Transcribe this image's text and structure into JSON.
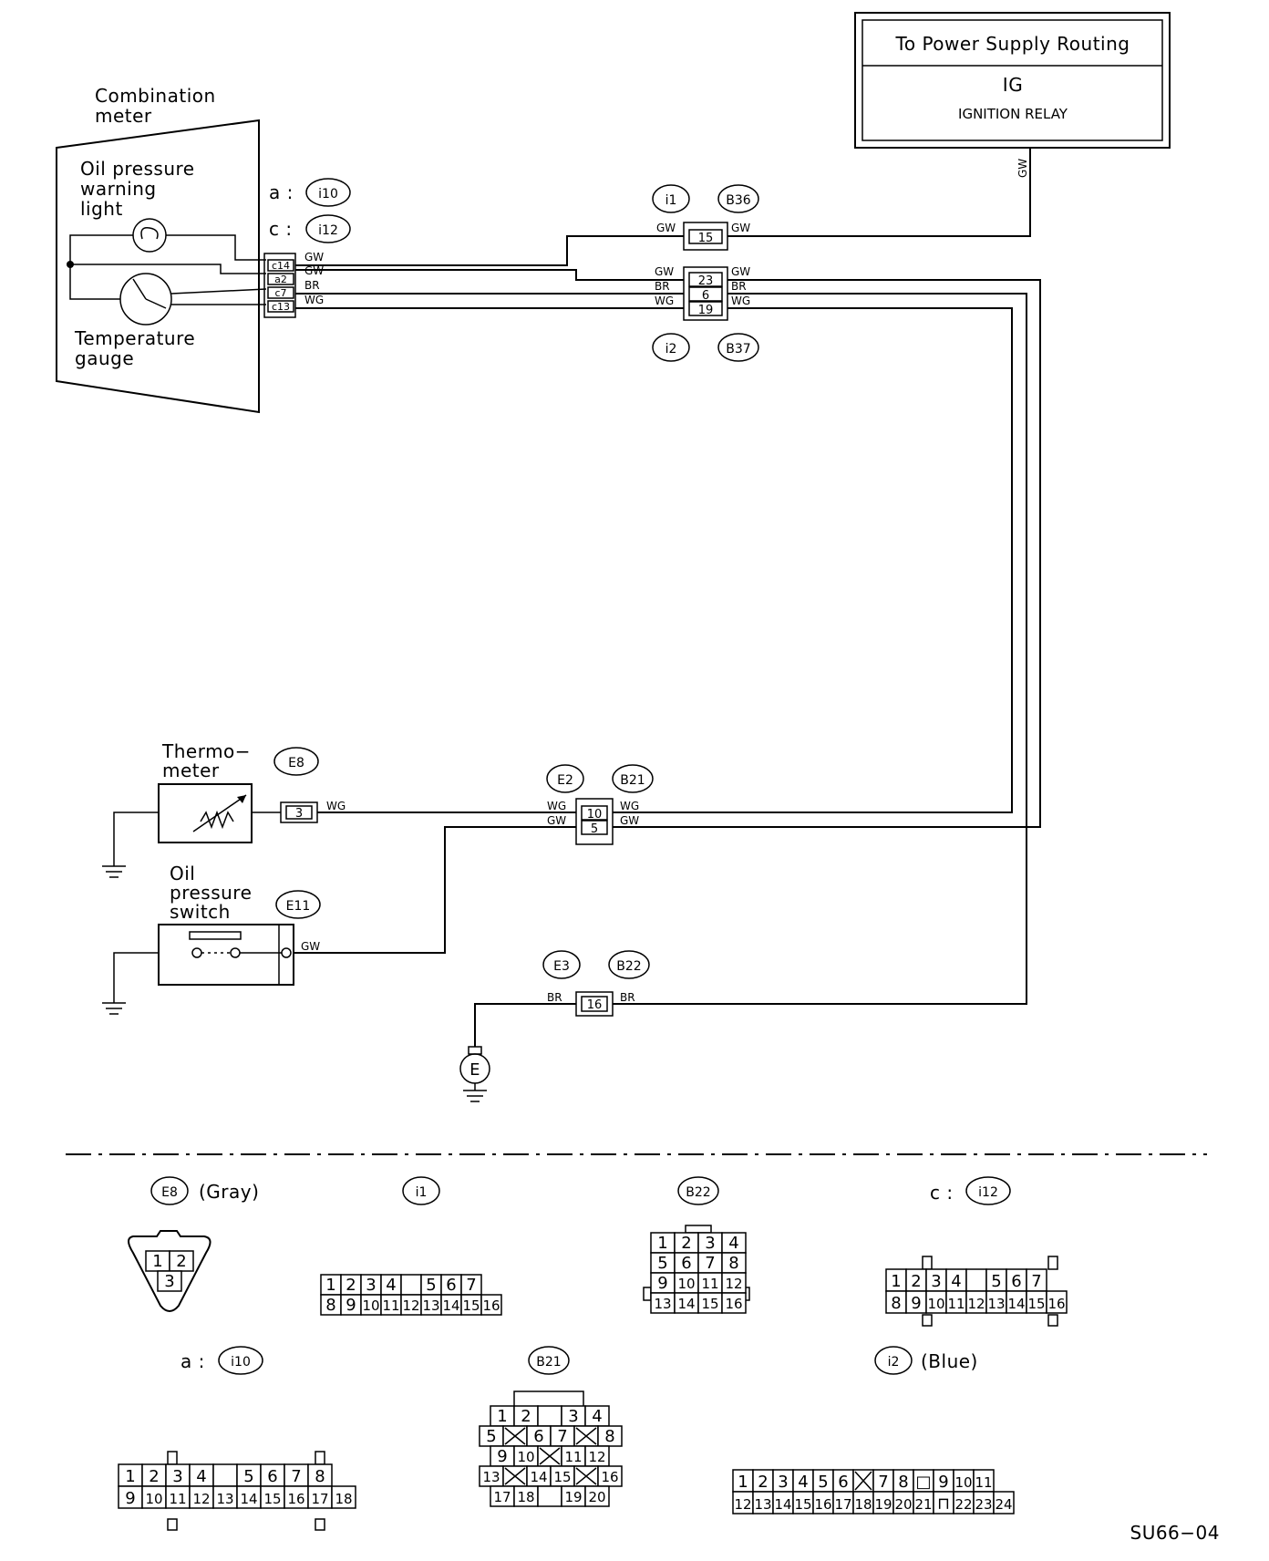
{
  "power_box": {
    "title": "To Power Supply Routing",
    "ig": "IG",
    "relay": "IGNITION RELAY"
  },
  "wire_codes": {
    "gw": "GW",
    "br": "BR",
    "wg": "WG"
  },
  "combination_meter": {
    "title_line1": "Combination",
    "title_line2": "meter",
    "oil_line1": "Oil pressure",
    "oil_line2": "warning",
    "oil_line3": "light",
    "temp_line1": "Temperature",
    "temp_line2": "gauge",
    "conn_a_prefix": "a :",
    "conn_a": "i10",
    "conn_c_prefix": "c :",
    "conn_c": "i12",
    "pins": [
      "c14",
      "a2",
      "c7",
      "c13"
    ]
  },
  "thermometer": {
    "line1": "Thermo−",
    "line2": "meter",
    "connector": "E8",
    "pin": "3"
  },
  "oil_switch": {
    "line1": "Oil",
    "line2": "pressure",
    "line3": "switch",
    "connector": "E11"
  },
  "joint_i1_b36": {
    "left": "i1",
    "right": "B36",
    "pin": "15"
  },
  "joint_i2_b37": {
    "left": "i2",
    "right": "B37",
    "pins": [
      "23",
      "6",
      "19"
    ]
  },
  "joint_e2_b21": {
    "left": "E2",
    "right": "B21",
    "pins": [
      "10",
      "5"
    ]
  },
  "joint_e3_b22": {
    "left": "E3",
    "right": "B22",
    "pin": "16"
  },
  "ground_label": "E",
  "legend": {
    "e8": {
      "tag": "E8",
      "note": "(Gray)",
      "rows": [
        [
          "1",
          "2"
        ],
        [
          "3"
        ]
      ]
    },
    "i1": {
      "tag": "i1",
      "row1": [
        "1",
        "2",
        "3",
        "4",
        "",
        "5",
        "6",
        "7"
      ],
      "row2": [
        "8",
        "9",
        "10",
        "11",
        "12",
        "13",
        "14",
        "15",
        "16"
      ]
    },
    "b22": {
      "tag": "B22",
      "rows": [
        [
          "1",
          "2",
          "3",
          "4"
        ],
        [
          "5",
          "6",
          "7",
          "8"
        ],
        [
          "9",
          "10",
          "11",
          "12"
        ],
        [
          "13",
          "14",
          "15",
          "16"
        ]
      ]
    },
    "c_i12": {
      "prefix": "c :",
      "tag": "i12",
      "row1": [
        "1",
        "2",
        "3",
        "4",
        "",
        "5",
        "6",
        "7"
      ],
      "row2": [
        "8",
        "9",
        "10",
        "11",
        "12",
        "13",
        "14",
        "15",
        "16"
      ]
    },
    "a_i10": {
      "prefix": "a :",
      "tag": "i10",
      "row1": [
        "1",
        "2",
        "3",
        "4",
        "",
        "5",
        "6",
        "7",
        "8"
      ],
      "row2": [
        "9",
        "10",
        "11",
        "12",
        "13",
        "14",
        "15",
        "16",
        "17",
        "18"
      ]
    },
    "b21": {
      "tag": "B21",
      "rows": [
        [
          "1",
          "2",
          "",
          "3",
          "4"
        ],
        [
          "5",
          "X",
          "6",
          "7",
          "X",
          "8"
        ],
        [
          "9",
          "10",
          "X",
          "11",
          "12"
        ],
        [
          "13",
          "X",
          "14",
          "15",
          "X",
          "16"
        ],
        [
          "17",
          "18",
          "",
          "19",
          "20"
        ]
      ]
    },
    "i2": {
      "tag": "i2",
      "note": "(Blue)",
      "row1": [
        "1",
        "2",
        "3",
        "4",
        "5",
        "6",
        "X",
        "7",
        "8",
        "□",
        "9",
        "10",
        "11"
      ],
      "row2": [
        "12",
        "13",
        "14",
        "15",
        "16",
        "17",
        "18",
        "19",
        "20",
        "21",
        "⊓",
        "22",
        "23",
        "24"
      ]
    }
  },
  "figure_code": "SU66−04"
}
